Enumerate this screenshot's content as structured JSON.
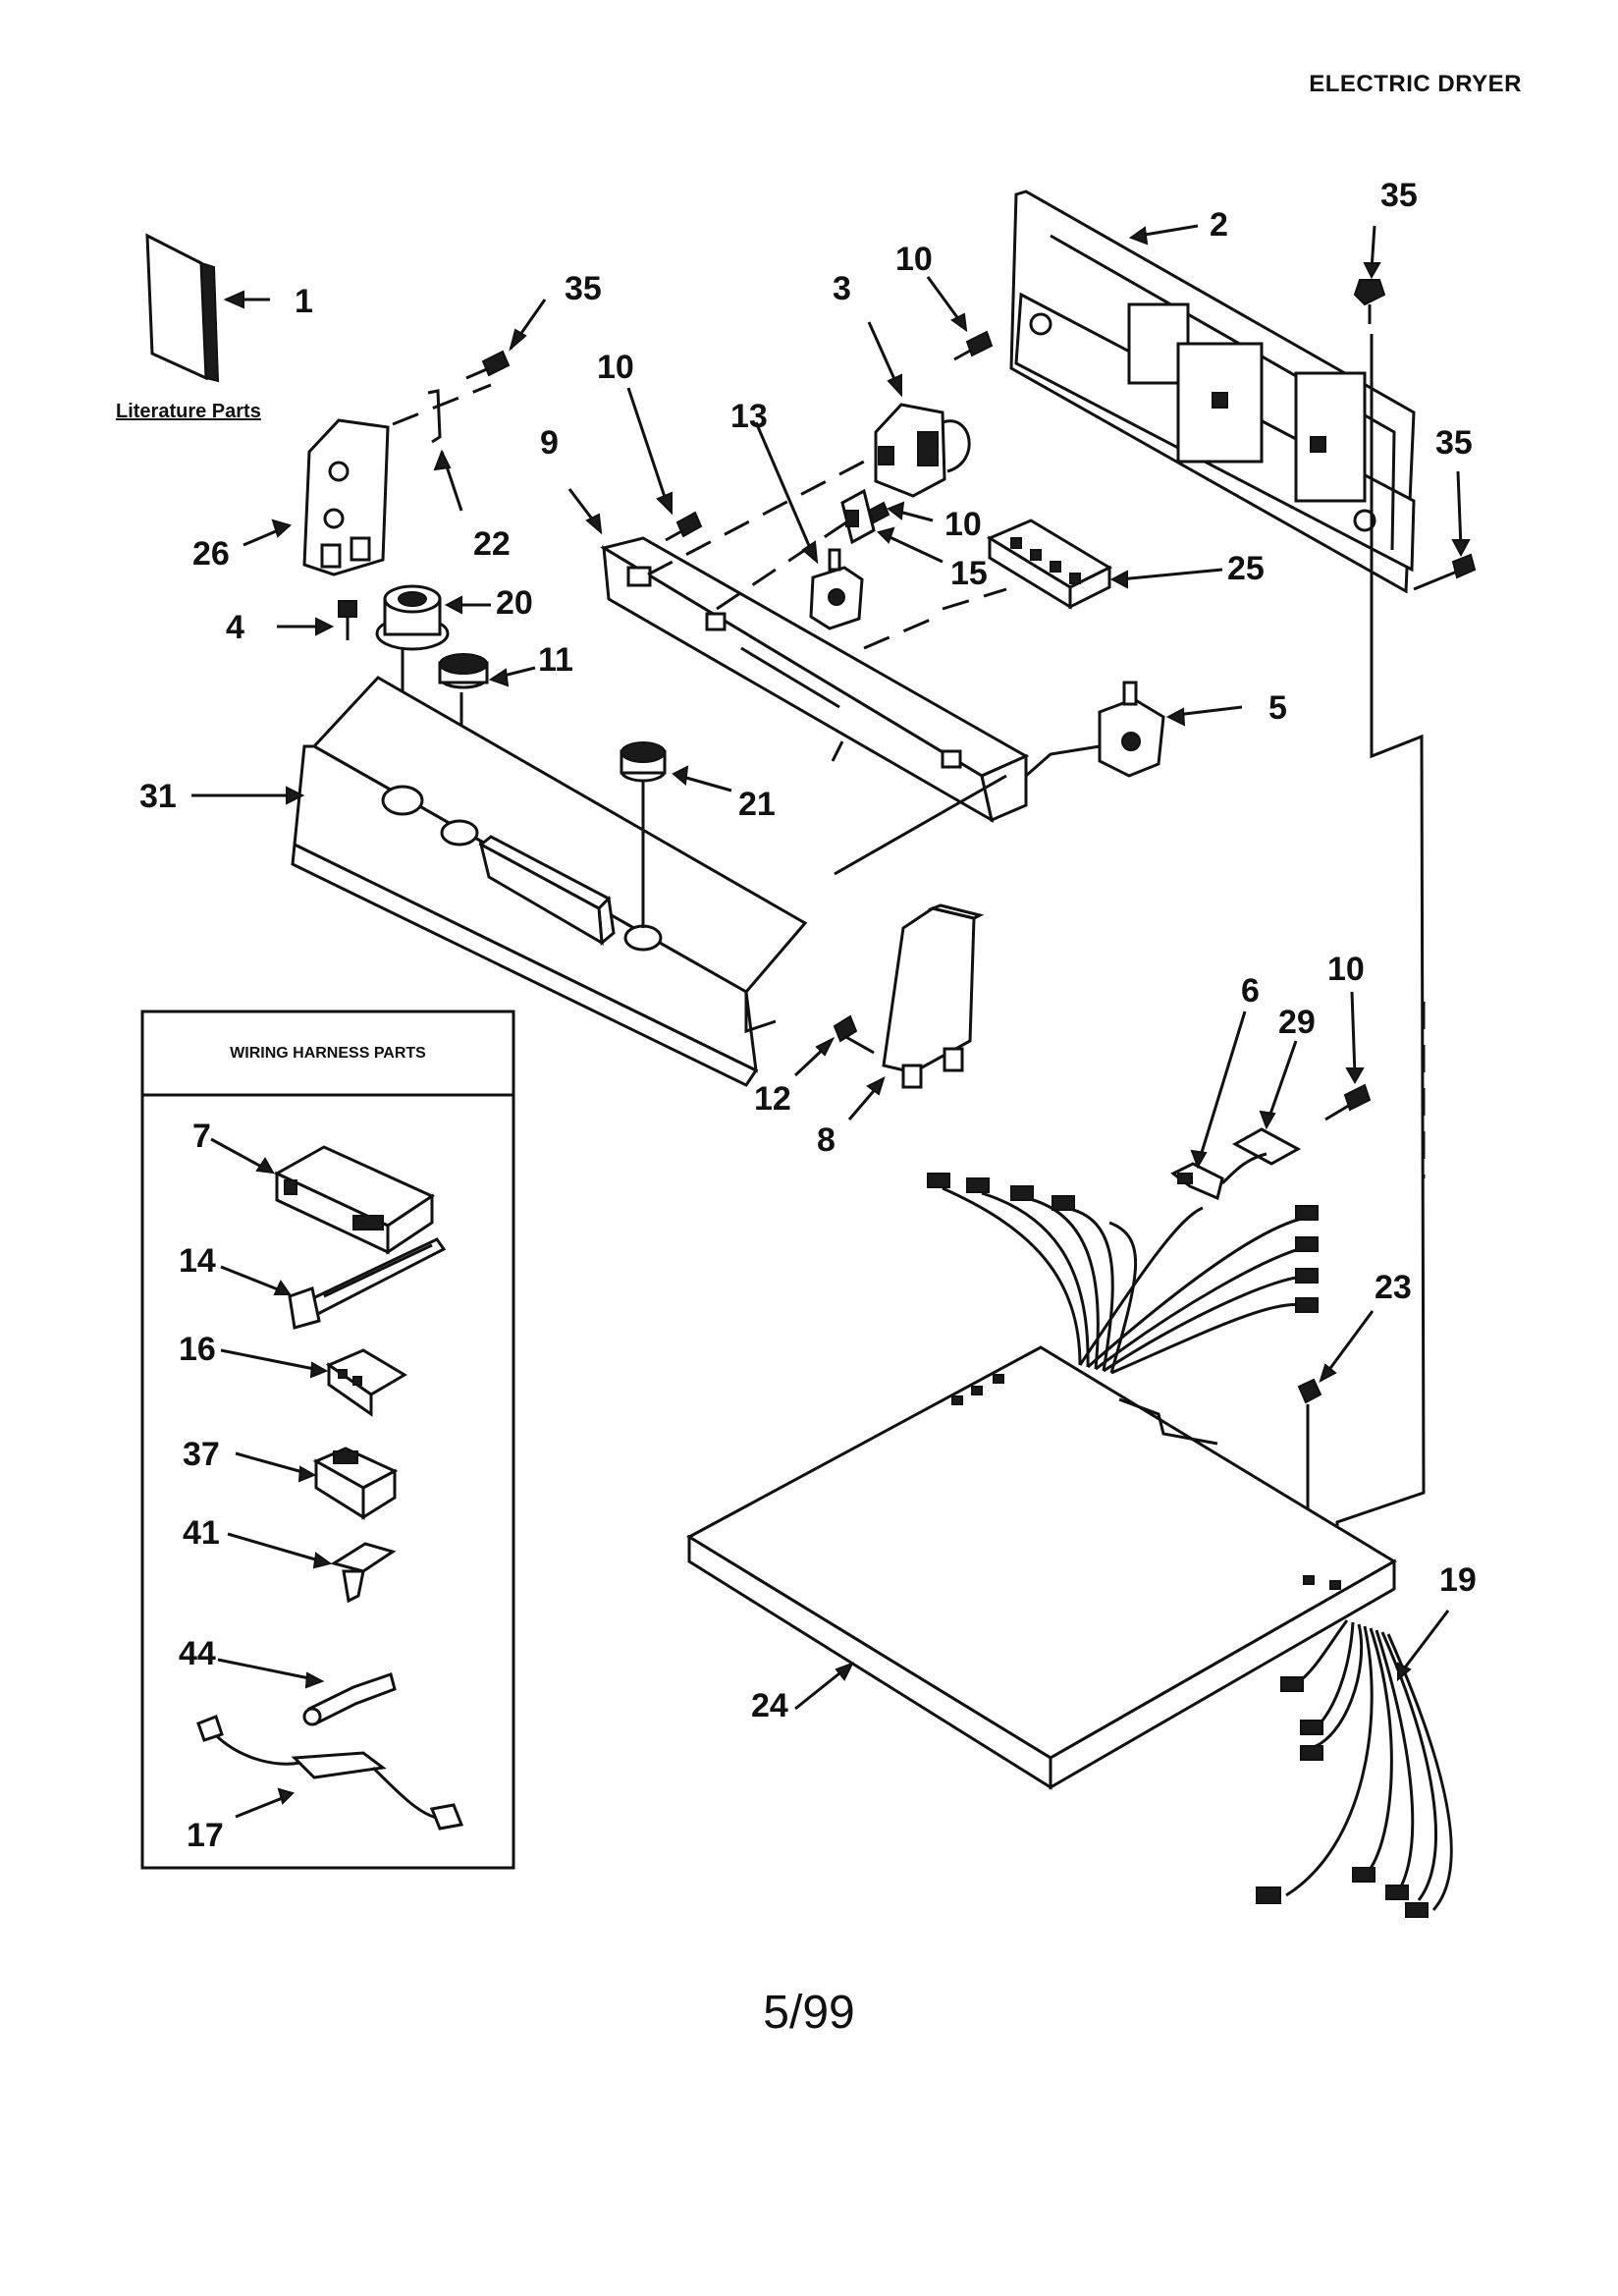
{
  "header": {
    "title": "ELECTRIC DRYER"
  },
  "footer": {
    "date": "5/99"
  },
  "literature_label": "Literature Parts",
  "inset": {
    "title": "WIRING HARNESS PARTS",
    "labels": [
      "7",
      "14",
      "16",
      "37",
      "41",
      "44",
      "17"
    ]
  },
  "callouts": {
    "c1": "1",
    "c2": "2",
    "c3": "3",
    "c4": "4",
    "c5": "5",
    "c6": "6",
    "c8": "8",
    "c9": "9",
    "c10a": "10",
    "c10b": "10",
    "c10c": "10",
    "c10d": "10",
    "c11": "11",
    "c12": "12",
    "c13": "13",
    "c15": "15",
    "c19": "19",
    "c20": "20",
    "c21": "21",
    "c22": "22",
    "c23": "23",
    "c24": "24",
    "c25": "25",
    "c26": "26",
    "c29": "29",
    "c31": "31",
    "c35a": "35",
    "c35b": "35",
    "c35c": "35"
  },
  "colors": {
    "ink": "#111111",
    "paper": "#ffffff"
  }
}
